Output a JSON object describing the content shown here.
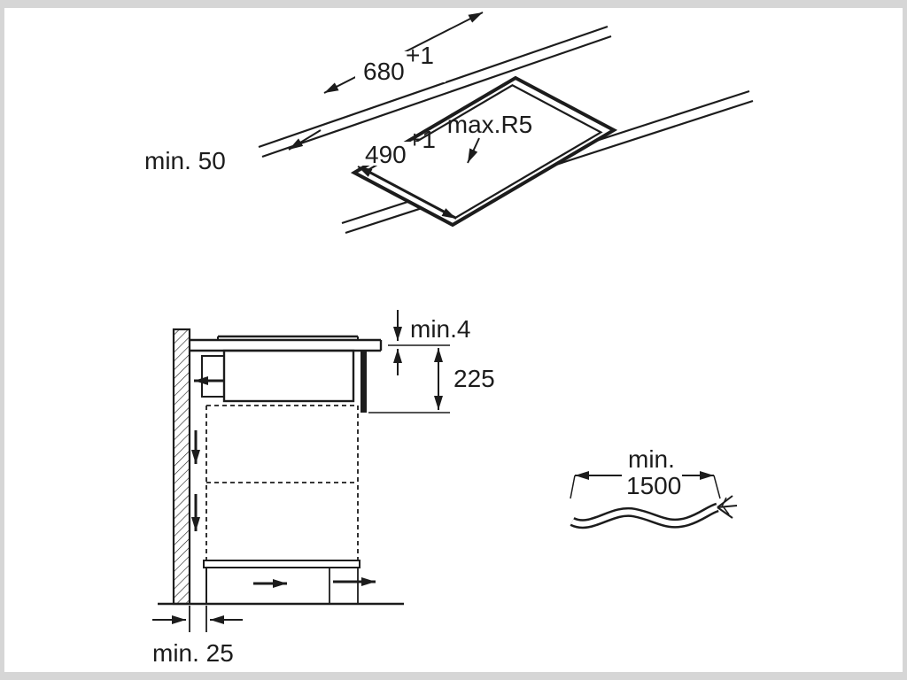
{
  "palette": {
    "frame": "#d6d6d6",
    "paper": "#ffffff",
    "ink": "#1c1c1c"
  },
  "top_view": {
    "width_value": "680",
    "width_sup": "+1",
    "depth_value": "490",
    "depth_sup": "+1",
    "corner_radius": "max.R5",
    "front_clearance": "min. 50"
  },
  "section_view": {
    "top_gap": "min.4",
    "build_height": "225",
    "wall_gap": "min. 25"
  },
  "cable": {
    "min_label": "min.",
    "length": "1500"
  }
}
